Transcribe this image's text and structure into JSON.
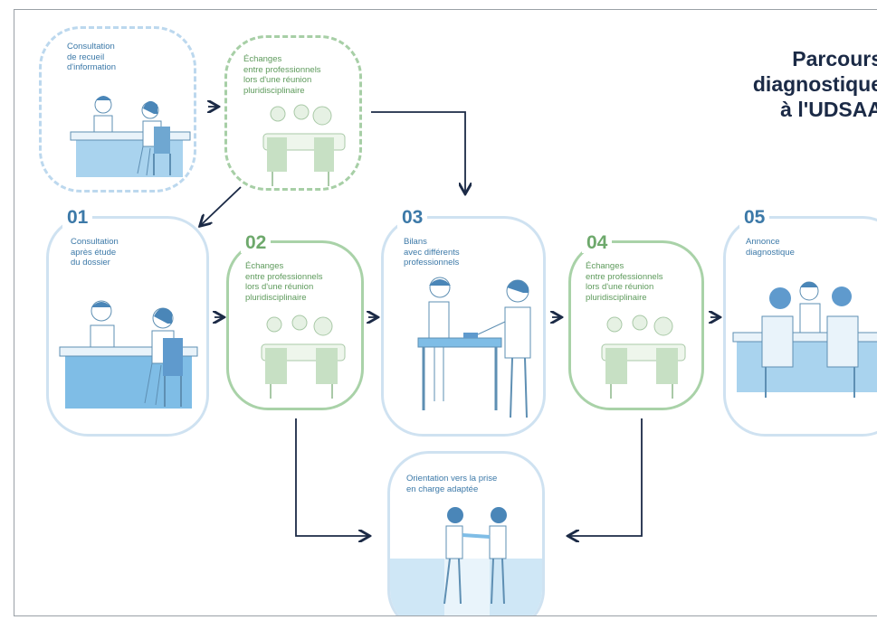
{
  "title": "Parcours\ndiagnostique\nà l'UDSAA",
  "pre_steps": [
    {
      "label": "Consultation\nde recueil\nd'information"
    },
    {
      "label": "Échanges\nentre professionnels\nlors d'une réunion\npluridisciplinaire"
    }
  ],
  "steps": [
    {
      "number": "01",
      "label": "Consultation\naprès étude\ndu dossier"
    },
    {
      "number": "02",
      "label": "Échanges\nentre professionnels\nlors d'une réunion\npluridisciplinaire"
    },
    {
      "number": "03",
      "label": "Bilans\navec différents\nprofessionnels"
    },
    {
      "number": "04",
      "label": "Échanges\nentre professionnels\nlors d'une réunion\npluridisciplinaire"
    },
    {
      "number": "05",
      "label": "Annonce\ndiagnostique"
    }
  ],
  "orientation": {
    "label": "Orientation vers la prise\nen charge adaptée"
  },
  "colors": {
    "blue": "#3c79a8",
    "green": "#6ea96c",
    "light_blue": "#cfe2f1",
    "light_green": "#a9d2a8",
    "arrow": "#1b2a46"
  }
}
